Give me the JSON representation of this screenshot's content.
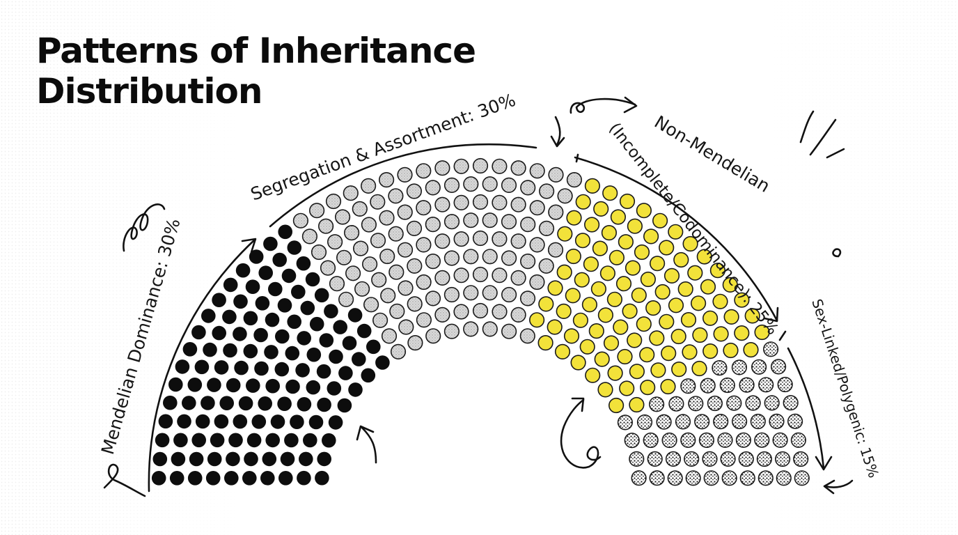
{
  "title": "Patterns of Inheritance Distribution",
  "colors": {
    "mendelian": "#0d0d0d",
    "segregation": "#d3d3d3",
    "non_mendelian": "#f2e23a",
    "sex_linked": "#ffffff",
    "outline": "#1a1a1a"
  },
  "chart_data": {
    "type": "pie",
    "variant": "semicircle-parliament",
    "title": "Patterns of Inheritance Distribution",
    "unit": "%",
    "categories": [
      "Mendelian Dominance",
      "Segregation & Assortment",
      "Non-Mendelian (Incomplete/Codominance)",
      "Sex-Linked/Polygenic"
    ],
    "values": [
      30,
      30,
      25,
      15
    ],
    "labels": {
      "mendelian": "Mendelian Dominance: 30%",
      "segregation": "Segregation & Assortment: 30%",
      "non_mendelian_line1": "Non-Mendelian",
      "non_mendelian_line2": "(Incomplete/Codominance): 25%",
      "sex_linked": "Sex-Linked/Polygenic: 15%"
    },
    "legend": "none",
    "grid": false
  }
}
